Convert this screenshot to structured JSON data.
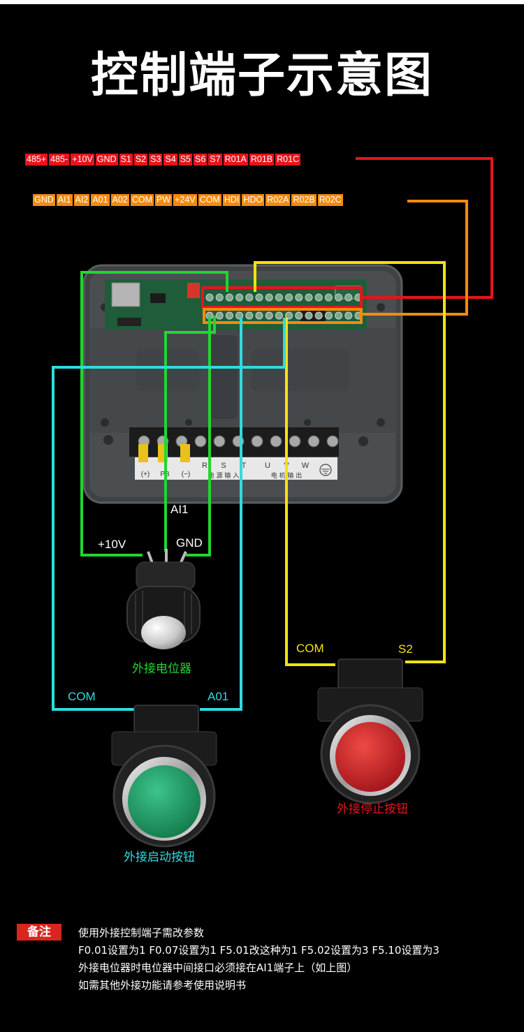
{
  "title": "控制端子示意图",
  "terminals": {
    "row1": [
      "485+",
      "485-",
      "+10V",
      "GND",
      "S1",
      "S2",
      "S3",
      "S4",
      "S5",
      "S6",
      "S7",
      "R01A",
      "R01B",
      "R01C"
    ],
    "row2": [
      "GND",
      "AI1",
      "AI2",
      "A01",
      "A02",
      "COM",
      "PW",
      "+24V",
      "COM",
      "HDI",
      "HDO",
      "R02A",
      "R02B",
      "R02C"
    ]
  },
  "board_labels": {
    "dc_terminals": [
      "(+)",
      "PB",
      "(−)"
    ],
    "main_terminals": [
      "R",
      "S",
      "T",
      "U",
      "V",
      "W"
    ],
    "power_input": "电 源 输 入",
    "motor_output": "电 机 输 出"
  },
  "wire_labels": {
    "ai1": "AI1",
    "pot_plus10v": "+10V",
    "pot_gnd": "GND",
    "stop_com": "COM",
    "stop_s2": "S2",
    "start_com": "COM",
    "start_a01": "A01"
  },
  "captions": {
    "potentiometer": "外接电位器",
    "stop_button": "外接停止按钮",
    "start_button": "外接启动按钮"
  },
  "note": {
    "badge": "备注",
    "lines": [
      "使用外接控制端子需改参数",
      "F0.01设置为1 F0.07设置为1 F5.01改这种为1 F5.02设置为3 F5.10设置为3",
      "外接电位器时电位器中间接口必须接在AI1端子上（如上图）",
      "如需其他外接功能请参考使用说明书"
    ]
  },
  "colors": {
    "background": "#000000",
    "row1_wire": "#e8141b",
    "row2_wire": "#f38b0f",
    "potentiometer_wire": "#22d62f",
    "stop_wire": "#f5e20f",
    "start_wire": "#2fdcde",
    "stop_button_cap": "#cc1f1f",
    "start_button_cap": "#1f9a63",
    "note_badge": "#d8261f"
  }
}
